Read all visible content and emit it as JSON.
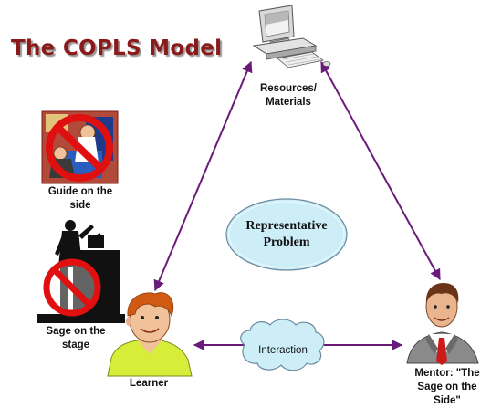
{
  "title": "The COPLS Model",
  "nodes": {
    "resources": "Resources/\nMaterials",
    "guide": "Guide on the\nside",
    "sage_stage": "Sage on the\nstage",
    "learner": "Learner",
    "mentor": "Mentor: \"The\nSage on the\nSide\""
  },
  "center_label": "Representative\nProblem",
  "interaction_label": "Interaction",
  "icons": [
    "computer-icon",
    "teacher-prohibited-icon",
    "speaker-prohibited-icon",
    "learner-icon",
    "mentor-icon",
    "interaction-cloud"
  ],
  "colors": {
    "title": "#8b1a1a",
    "arrow": "#6a1a7a",
    "oval_fill": "#cdeef7",
    "prohibit": "#e01010"
  }
}
